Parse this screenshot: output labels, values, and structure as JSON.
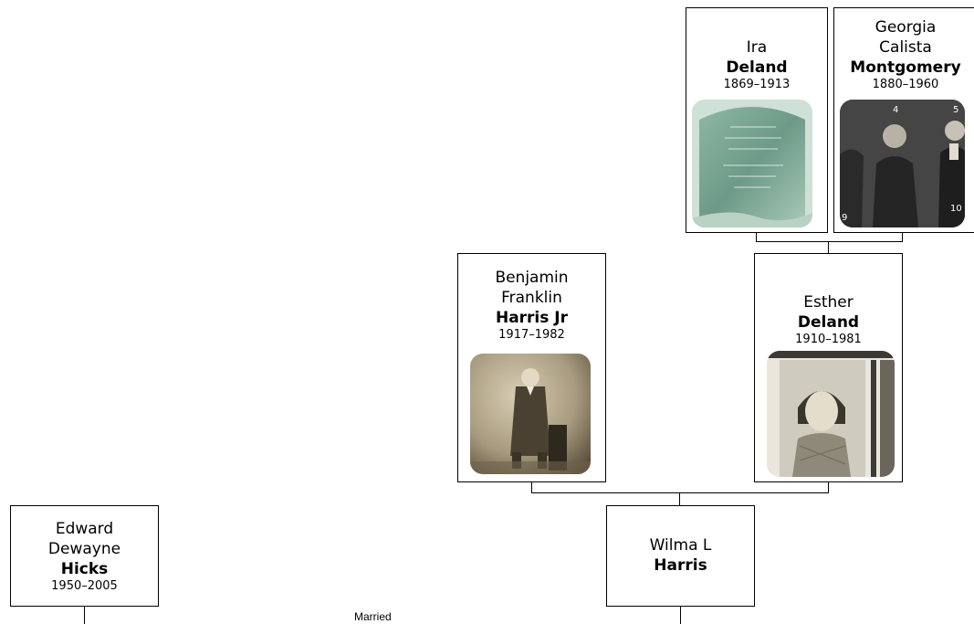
{
  "people": {
    "ira": {
      "given": "Ira",
      "surname": "Deland",
      "dates": "1869–1913",
      "photo": "gravestone"
    },
    "georgia": {
      "given_line1": "Georgia",
      "given_line2": "Calista",
      "surname": "Montgomery",
      "dates": "1880–1960",
      "photo": "group-portrait"
    },
    "benjamin": {
      "given_line1": "Benjamin",
      "given_line2": "Franklin",
      "surname": "Harris Jr",
      "dates": "1917–1982",
      "photo": "boy-portrait"
    },
    "esther": {
      "given": "Esther",
      "surname": "Deland",
      "dates": "1910–1981",
      "photo": "yearbook-portrait"
    },
    "wilma": {
      "given": "Wilma L",
      "surname": "Harris"
    },
    "edward": {
      "given_line1": "Edward",
      "given_line2": "Dewayne",
      "surname": "Hicks",
      "dates": "1950–2005"
    }
  },
  "relationship_label": "Married",
  "photo_labels": {
    "n4": "4",
    "n5": "5",
    "n9": "9",
    "n10": "10"
  }
}
